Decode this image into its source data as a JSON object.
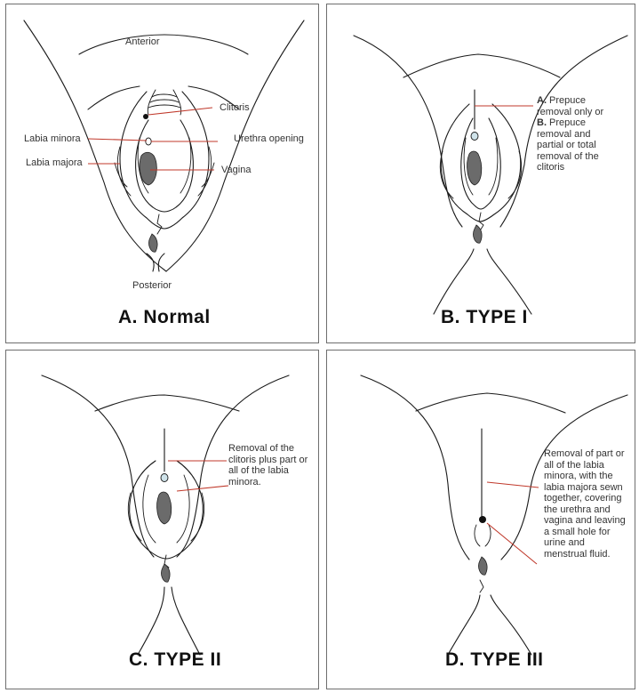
{
  "panels": {
    "a": {
      "title": "A. Normal",
      "anterior": "Anterior",
      "posterior": "Posterior",
      "clitoris": "Clitoris",
      "labia_minora": "Labia minora",
      "urethra_opening": "Urethra  opening",
      "labia_majora": "Labia majora",
      "vagina": "Vagina"
    },
    "b": {
      "title": "B. TYPE I",
      "option_a_letter": "A.",
      "option_a_text": " Prepuce removal only or",
      "option_b_letter": "B.",
      "option_b_text": " Prepuce removal and partial or total removal of the clitoris"
    },
    "c": {
      "title": "C. TYPE II",
      "description": "Removal of the clitoris plus part or all of the labia minora."
    },
    "d": {
      "title": "D. TYPE III",
      "description": "Removal of part or all of the labia minora, with the labia majora sewn together, covering the urethra and vagina and leaving a small hole for urine and menstrual fluid."
    }
  },
  "colors": {
    "leader_line": "#c0392b",
    "border": "#6e6e6e",
    "tissue_fill": "#6b6b6b"
  }
}
